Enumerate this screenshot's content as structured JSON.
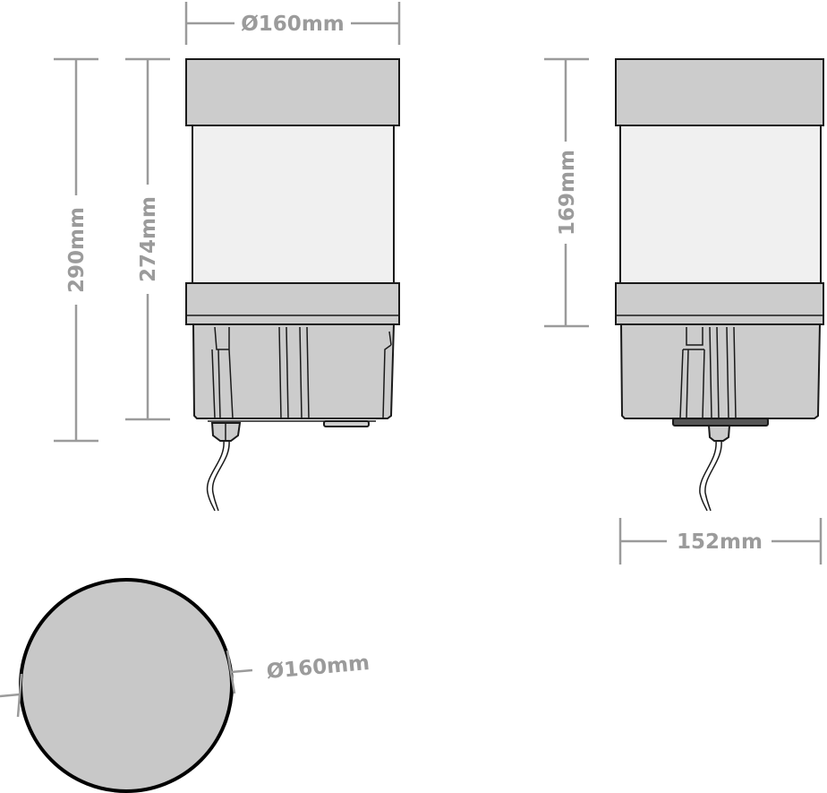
{
  "front_view": {
    "diameter_label": "Ø160mm",
    "total_height_label": "290mm",
    "body_height_label": "274mm"
  },
  "side_view": {
    "diffuser_height_label": "169mm",
    "width_label": "152mm"
  },
  "top_view": {
    "diameter_label": "Ø160mm"
  },
  "colors": {
    "housing": "#cccccc",
    "diffuser": "#f0f0f0",
    "dimension": "#9b9b9b",
    "outline": "#1a1a1a"
  }
}
